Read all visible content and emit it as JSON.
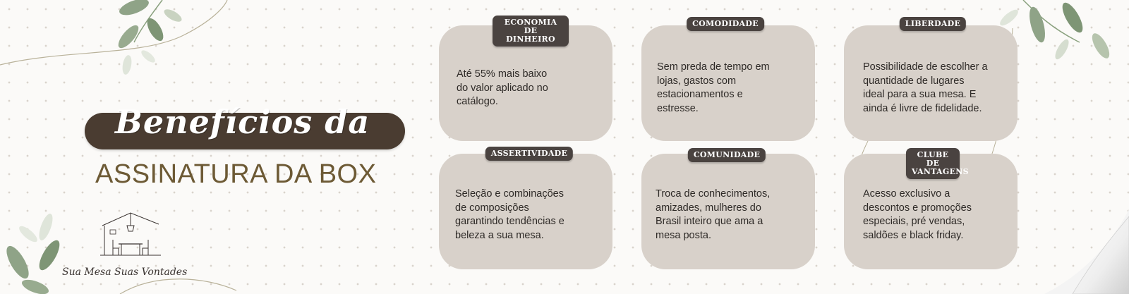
{
  "banner": {
    "title": "Benefícios    da",
    "subtitle": "ASSINATURA DA BOX"
  },
  "logo": {
    "icon": "table-lamp-icon",
    "caption": "Sua Mesa  Suas Vontades"
  },
  "cards": [
    {
      "badge": "ECONOMIA DE\nDINHEIRO",
      "text": "Até 55% mais baixo\ndo valor aplicado no\ncatálogo."
    },
    {
      "badge": "COMODIDADE",
      "text": "Sem preda de tempo em\nlojas, gastos com\nestacionamentos e\nestresse."
    },
    {
      "badge": "LIBERDADE",
      "text": "Possibilidade de escolher a\nquantidade de  lugares\nideal para a sua mesa. E\nainda é livre de fidelidade."
    },
    {
      "badge": "ASSERTIVIDADE",
      "text": "Seleção e combinações\nde composições\ngarantindo tendências e\nbeleza a sua mesa."
    },
    {
      "badge": "COMUNIDADE",
      "text": "Troca de conhecimentos,\namizades, mulheres do\nBrasil inteiro que ama a\nmesa posta."
    },
    {
      "badge": "CLUBE DE\nVANTAGENS",
      "text": "Acesso exclusivo a\ndescontos e promoções\nespeciais, pré vendas,\nsaldões e black friday."
    }
  ],
  "colors": {
    "banner": "#4a3c31",
    "card": "#d8d1ca",
    "badge": "#4a4340",
    "subtitle": "#6d5a35"
  }
}
